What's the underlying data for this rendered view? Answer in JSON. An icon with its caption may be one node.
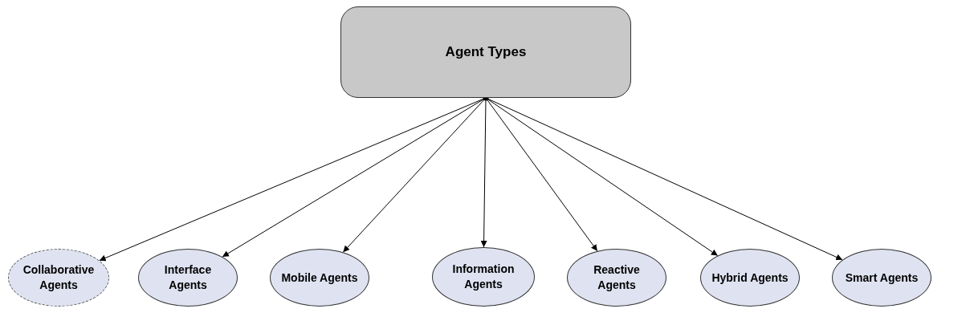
{
  "diagram": {
    "nodes": [
      {
        "text": [
          "Agent Types"
        ]
      },
      {
        "text": [
          "Collaborative Agents"
        ]
      },
      {
        "text": [
          "Interface Agents"
        ]
      },
      {
        "text": [
          "Mobile Agents"
        ]
      },
      {
        "text": [
          "Information Agents"
        ]
      },
      {
        "text": [
          "Reactive Agents"
        ]
      },
      {
        "text": [
          "Hybrid Agents"
        ]
      },
      {
        "text": [
          "Smart Agents"
        ]
      }
    ],
    "edges": [
      {
        "from": 0,
        "to": 1,
        "arrow": "to"
      },
      {
        "from": 0,
        "to": 2,
        "arrow": "to"
      },
      {
        "from": 0,
        "to": 3,
        "arrow": "to"
      },
      {
        "from": 0,
        "to": 4,
        "arrow": "to"
      },
      {
        "from": 0,
        "to": 5,
        "arrow": "to"
      },
      {
        "from": 0,
        "to": 6,
        "arrow": "to"
      },
      {
        "from": 0,
        "to": 7,
        "arrow": "to"
      }
    ]
  }
}
